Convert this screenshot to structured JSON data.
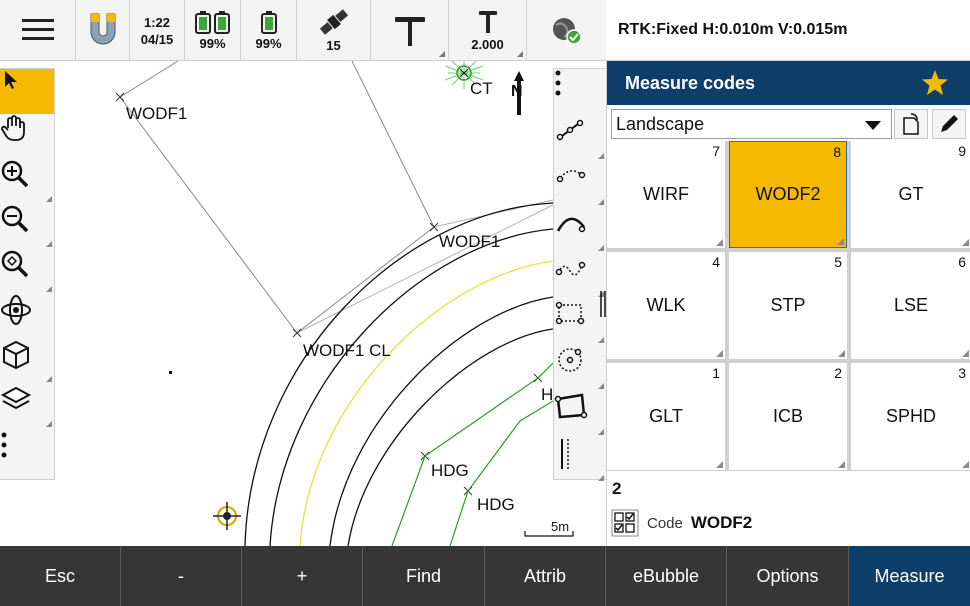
{
  "status_bar": {
    "time": "1:22",
    "date": "04/15",
    "battery_controller": "99%",
    "battery_receiver": "99%",
    "satellites": "15",
    "target_height": "2.000",
    "gps_status": "RTK:Fixed H:0.010m V:0.015m"
  },
  "map": {
    "north_label": "N",
    "scale_label": "5m",
    "labels": [
      "WODF1",
      "WODF1",
      "WODF1 CL",
      "CT",
      "HDG",
      "HDG",
      "H"
    ]
  },
  "left_tools": [
    "select-icon",
    "pan-hand-icon",
    "zoom-in-icon",
    "zoom-out-icon",
    "zoom-extents-icon",
    "orbit-icon",
    "cube-view-icon",
    "layers-icon",
    "more-icon"
  ],
  "right_tools": [
    "more-icon",
    "line-icon",
    "arc-icon",
    "curve-icon",
    "polyline-icon",
    "rectangle-icon",
    "circle-icon",
    "polygon-icon",
    "offset-icon"
  ],
  "panel": {
    "title": "Measure codes",
    "group": "Landscape",
    "page": "2",
    "code_label": "Code",
    "code_value": "WODF2",
    "codes": [
      {
        "num": "7",
        "code": "WIRF",
        "selected": false
      },
      {
        "num": "8",
        "code": "WODF2",
        "selected": true
      },
      {
        "num": "9",
        "code": "GT",
        "selected": false
      },
      {
        "num": "4",
        "code": "WLK",
        "selected": false
      },
      {
        "num": "5",
        "code": "STP",
        "selected": false
      },
      {
        "num": "6",
        "code": "LSE",
        "selected": false
      },
      {
        "num": "1",
        "code": "GLT",
        "selected": false
      },
      {
        "num": "2",
        "code": "ICB",
        "selected": false
      },
      {
        "num": "3",
        "code": "SPHD",
        "selected": false
      }
    ]
  },
  "softkeys": [
    "Esc",
    "-",
    "+",
    "Find",
    "Attrib",
    "eBubble",
    "Options",
    "Measure"
  ],
  "colors": {
    "accent": "#f5b900",
    "header": "#0e3f6b",
    "softkey_bg": "#363636",
    "linework_green": "#2a9d2a",
    "linework_yellow": "#e6e23a"
  }
}
